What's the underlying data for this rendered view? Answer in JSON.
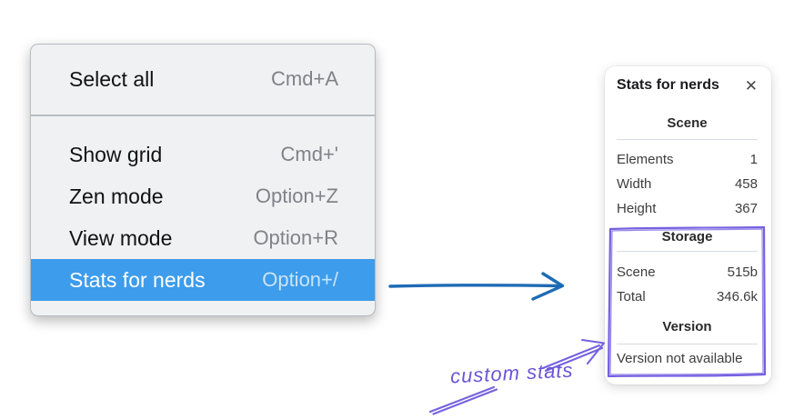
{
  "context_menu": {
    "highlight_color": "#3d9ceb",
    "sections": [
      {
        "items": [
          {
            "label": "Select all",
            "shortcut": "Cmd+A",
            "highlighted": false
          }
        ]
      },
      {
        "items": [
          {
            "label": "Show grid",
            "shortcut": "Cmd+'",
            "highlighted": false
          },
          {
            "label": "Zen mode",
            "shortcut": "Option+Z",
            "highlighted": false
          },
          {
            "label": "View mode",
            "shortcut": "Option+R",
            "highlighted": false
          },
          {
            "label": "Stats for nerds",
            "shortcut": "Option+/",
            "highlighted": true
          }
        ]
      }
    ]
  },
  "stats_panel": {
    "title": "Stats for nerds",
    "icons": {
      "close": "✕"
    },
    "sections": [
      {
        "header": "Scene",
        "rows": [
          {
            "label": "Elements",
            "value": "1"
          },
          {
            "label": "Width",
            "value": "458"
          },
          {
            "label": "Height",
            "value": "367"
          }
        ]
      },
      {
        "header": "Storage",
        "rows": [
          {
            "label": "Scene",
            "value": "515b"
          },
          {
            "label": "Total",
            "value": "346.6k"
          }
        ]
      },
      {
        "header": "Version",
        "note": "Version not available"
      }
    ]
  },
  "annotation": {
    "label": "custom stats",
    "pen_color": "#7661e0",
    "arrow_color": "#1e6bb5"
  }
}
